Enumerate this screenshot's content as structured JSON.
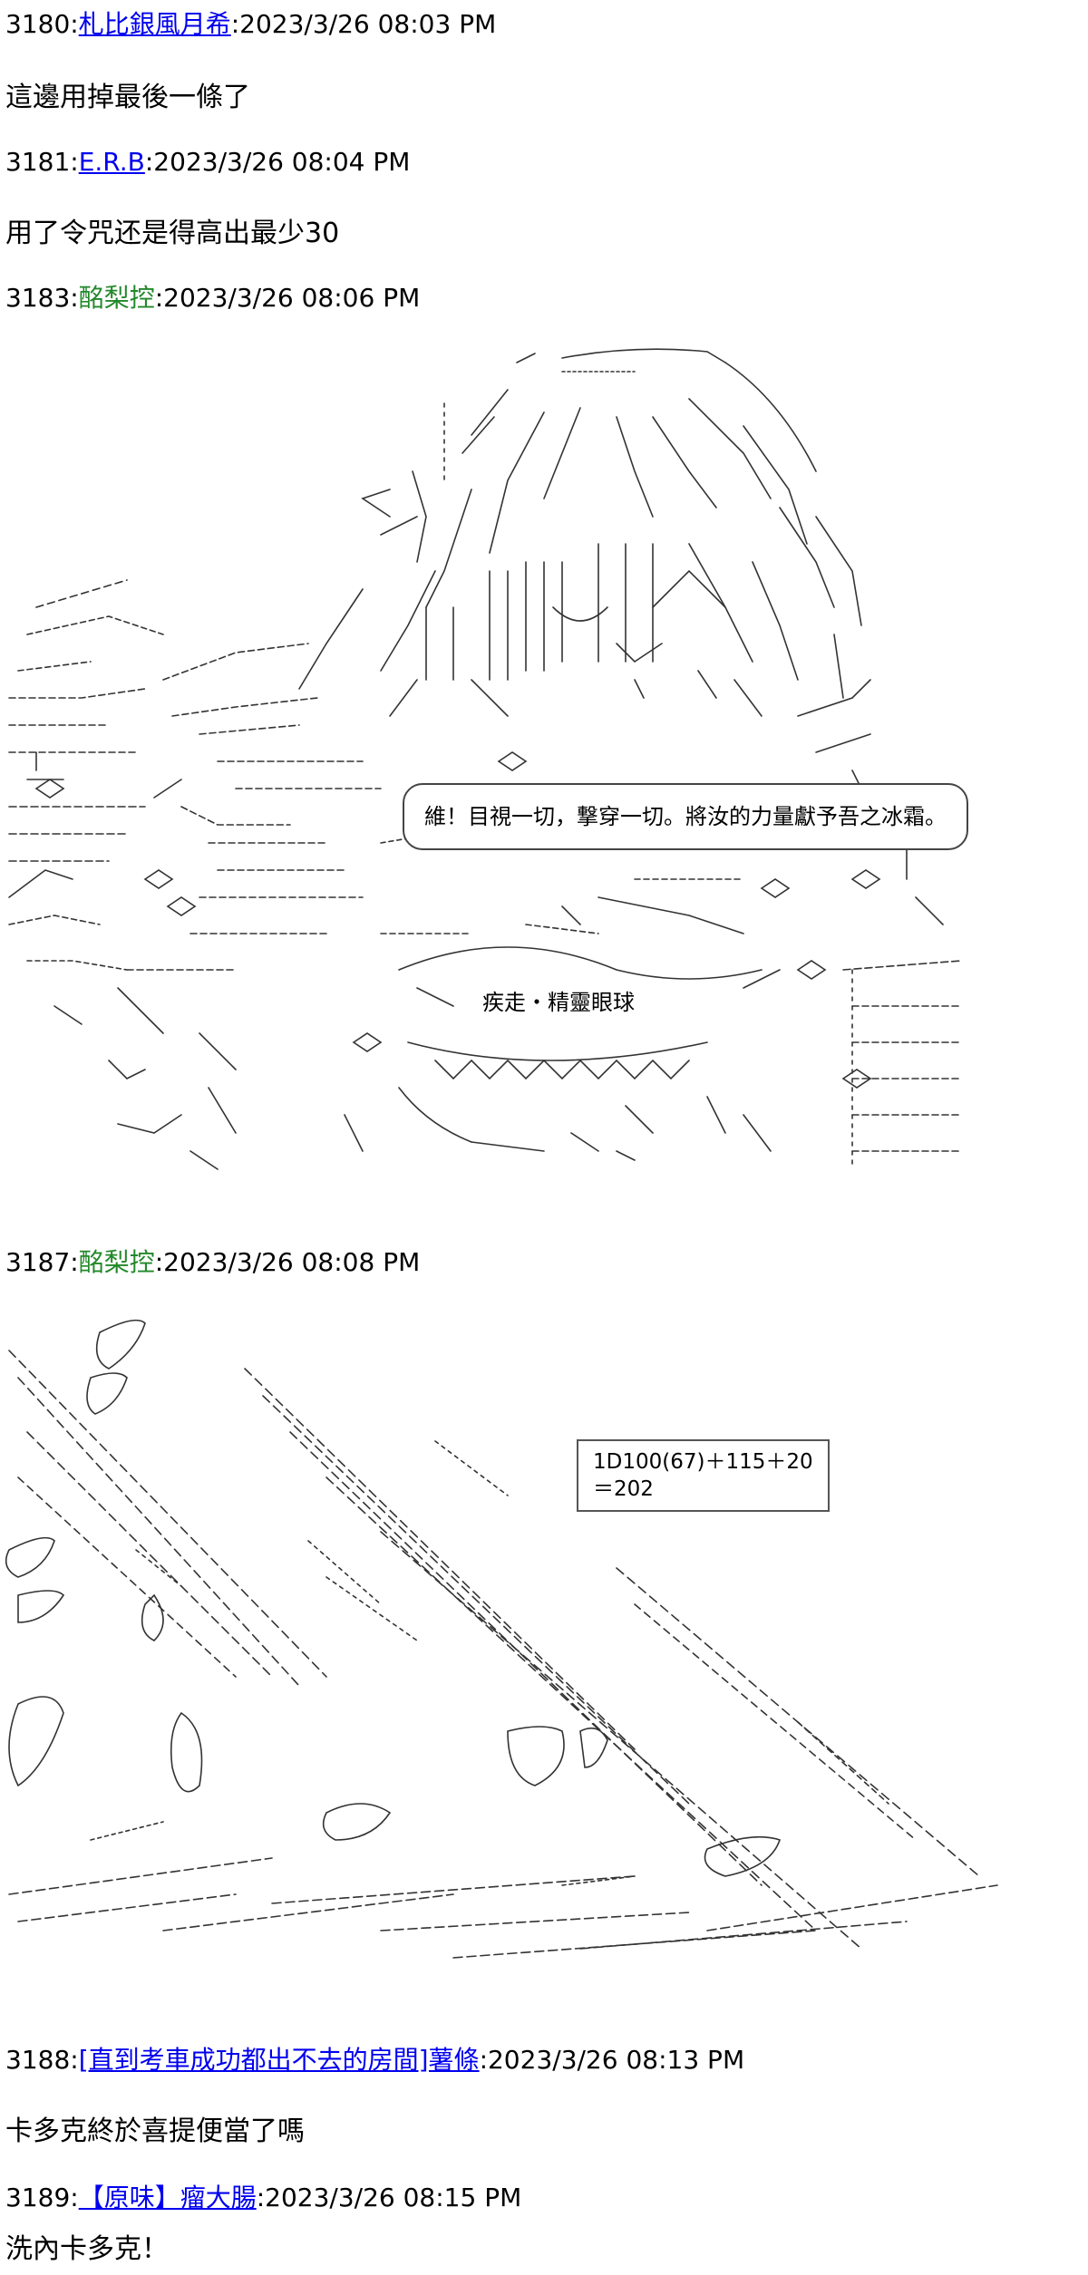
{
  "posts": [
    {
      "number": "3180",
      "sep": ":",
      "name": "札比銀風月希",
      "name_style": "link",
      "timestamp": ":2023/3/26 08:03 PM",
      "body": "這邊用掉最後一條了"
    },
    {
      "number": "3181",
      "sep": ":",
      "name": "E.R.B",
      "name_style": "link",
      "timestamp": ":2023/3/26 08:04 PM",
      "body": "用了令咒还是得高出最少30"
    },
    {
      "number": "3183",
      "sep": ":",
      "name": "酩梨控",
      "name_style": "green",
      "timestamp": ":2023/3/26 08:06 PM",
      "speech": "維！目視一切，撃穿一切。將汝的力量獻予吾之冰霜。",
      "spell": "疾走・精靈眼球"
    },
    {
      "number": "3187",
      "sep": ":",
      "name": "酩梨控",
      "name_style": "green",
      "timestamp": ":2023/3/26 08:08 PM",
      "dice_line1": "1D100(67)＋115＋20",
      "dice_line2": "＝202"
    },
    {
      "number": "3188",
      "sep": ":",
      "name": "[直到考車成功都出不去的房間]薯條",
      "name_style": "link",
      "timestamp": ":2023/3/26 08:13 PM",
      "body": "卡多克終於喜提便當了嗎"
    },
    {
      "number": "3189",
      "sep": ":",
      "name": "【原味】瘤大腸",
      "name_style": "link",
      "timestamp": ":2023/3/26 08:15 PM",
      "body": "洗內卡多克！"
    }
  ]
}
